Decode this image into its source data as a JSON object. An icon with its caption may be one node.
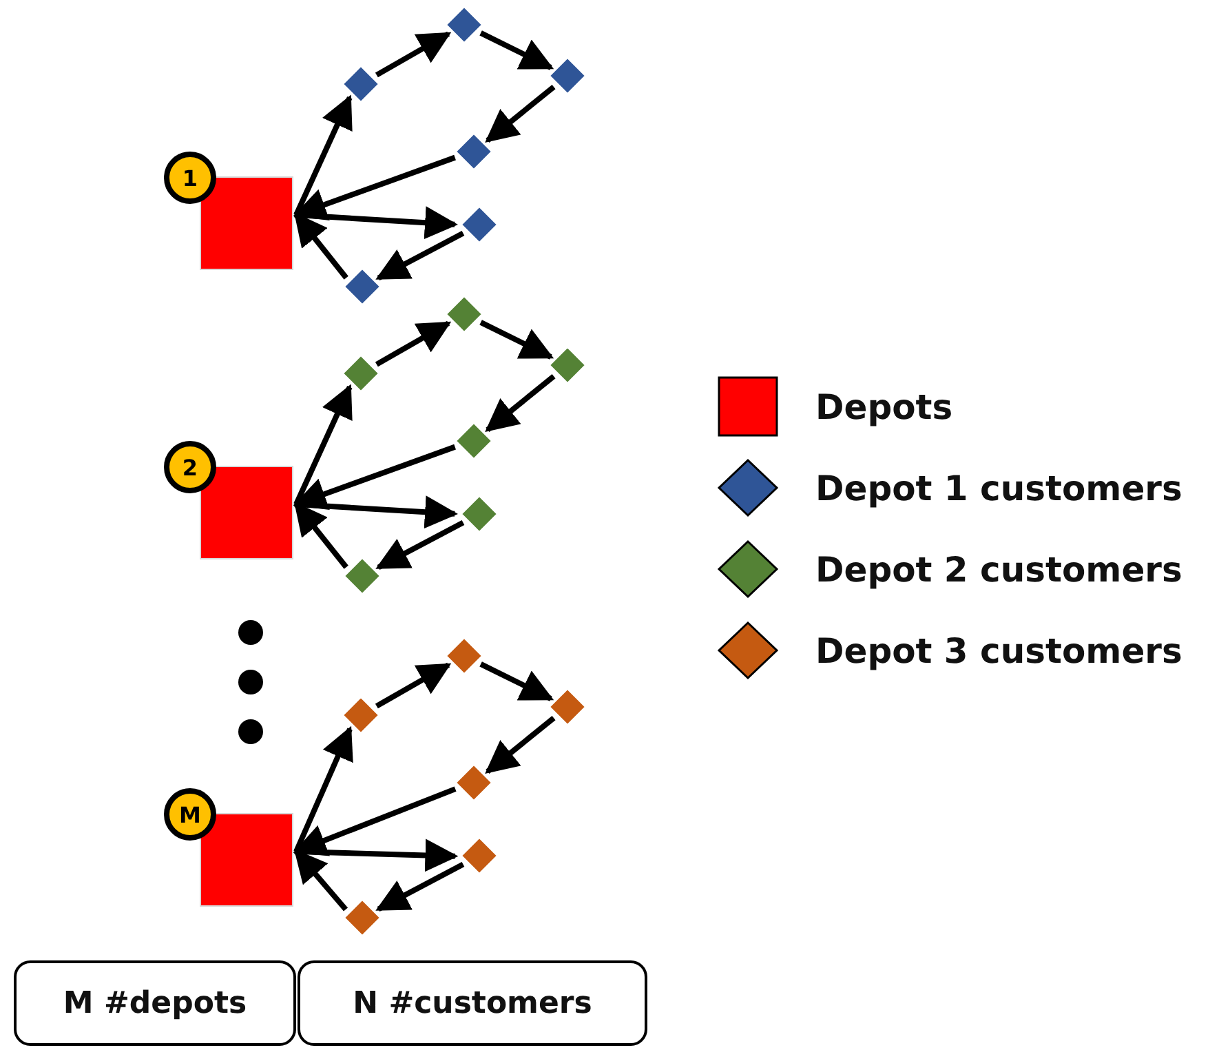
{
  "diagram": {
    "nodes": [
      {
        "text": [
          "1"
        ]
      },
      {
        "text": [],
        "shape": "box"
      },
      {
        "text": [],
        "shape": "diamond"
      },
      {
        "text": [],
        "shape": "diamond"
      },
      {
        "text": [],
        "shape": "diamond"
      },
      {
        "text": [],
        "shape": "diamond"
      },
      {
        "text": [],
        "shape": "diamond"
      },
      {
        "text": [],
        "shape": "diamond"
      },
      {
        "text": [
          "2"
        ]
      },
      {
        "text": [],
        "shape": "box"
      },
      {
        "text": [],
        "shape": "diamond"
      },
      {
        "text": [],
        "shape": "diamond"
      },
      {
        "text": [],
        "shape": "diamond"
      },
      {
        "text": [],
        "shape": "diamond"
      },
      {
        "text": [],
        "shape": "diamond"
      },
      {
        "text": [],
        "shape": "diamond"
      },
      {
        "text": [
          "M"
        ]
      },
      {
        "text": [],
        "shape": "box"
      },
      {
        "text": [],
        "shape": "diamond"
      },
      {
        "text": [],
        "shape": "diamond"
      },
      {
        "text": [],
        "shape": "diamond"
      },
      {
        "text": [],
        "shape": "diamond"
      },
      {
        "text": [],
        "shape": "diamond"
      },
      {
        "text": [],
        "shape": "diamond"
      },
      {
        "text": [
          "M #depots"
        ]
      },
      {
        "text": [
          "N #customers"
        ]
      }
    ],
    "edges": [
      {
        "from": 1,
        "to": 2,
        "arrow": "to"
      },
      {
        "from": 2,
        "to": 3,
        "arrow": "to"
      },
      {
        "from": 3,
        "to": 4,
        "arrow": "to"
      },
      {
        "from": 4,
        "to": 5,
        "arrow": "to"
      },
      {
        "from": 5,
        "to": 1,
        "arrow": "to"
      },
      {
        "from": 1,
        "to": 6,
        "arrow": "to"
      },
      {
        "from": 6,
        "to": 7,
        "arrow": "to"
      },
      {
        "from": 7,
        "to": 1,
        "arrow": "to"
      },
      {
        "from": 9,
        "to": 10,
        "arrow": "to"
      },
      {
        "from": 10,
        "to": 11,
        "arrow": "to"
      },
      {
        "from": 11,
        "to": 12,
        "arrow": "to"
      },
      {
        "from": 12,
        "to": 13,
        "arrow": "to"
      },
      {
        "from": 13,
        "to": 9,
        "arrow": "to"
      },
      {
        "from": 9,
        "to": 14,
        "arrow": "to"
      },
      {
        "from": 14,
        "to": 15,
        "arrow": "to"
      },
      {
        "from": 15,
        "to": 9,
        "arrow": "to"
      },
      {
        "from": 17,
        "to": 18,
        "arrow": "to"
      },
      {
        "from": 18,
        "to": 19,
        "arrow": "to"
      },
      {
        "from": 19,
        "to": 20,
        "arrow": "to"
      },
      {
        "from": 20,
        "to": 21,
        "arrow": "to"
      },
      {
        "from": 21,
        "to": 17,
        "arrow": "to"
      },
      {
        "from": 17,
        "to": 22,
        "arrow": "to"
      },
      {
        "from": 22,
        "to": 23,
        "arrow": "to"
      },
      {
        "from": 23,
        "to": 17,
        "arrow": "to"
      }
    ],
    "legend": [
      {
        "text": "Depots",
        "color": "#ff0000"
      },
      {
        "text": "Depot 1 customers",
        "color": "#2f5597"
      },
      {
        "text": "Depot 2 customers",
        "color": "#548235"
      },
      {
        "text": "Depot 3 customers",
        "color": "#c55a11"
      }
    ]
  }
}
